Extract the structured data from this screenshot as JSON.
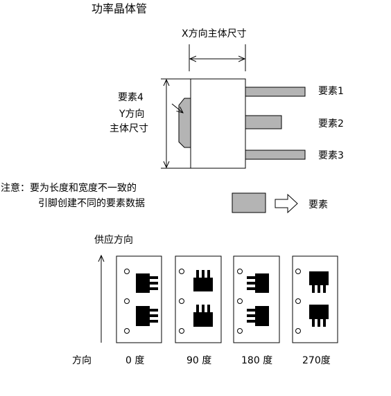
{
  "title": "功率晶体管",
  "diagram": {
    "x_dimension_label": "X方向主体尺寸",
    "y_dimension_label_line1": "Y方向",
    "y_dimension_label_line2": "主体尺寸",
    "element4_label": "要素4",
    "element1_label": "要素1",
    "element2_label": "要素2",
    "element3_label": "要素3"
  },
  "note": {
    "line1": "注意：要为长度和宽度不一致的",
    "line2": "引脚创建不同的要素数据"
  },
  "legend": {
    "label": "要素"
  },
  "supply": {
    "direction_label": "供应方向",
    "row_label": "方向",
    "orientations": [
      "0 度",
      "90 度",
      "180 度",
      "270度"
    ]
  },
  "colors": {
    "lead_fill": "#b4b4b4",
    "component": "#000000"
  }
}
